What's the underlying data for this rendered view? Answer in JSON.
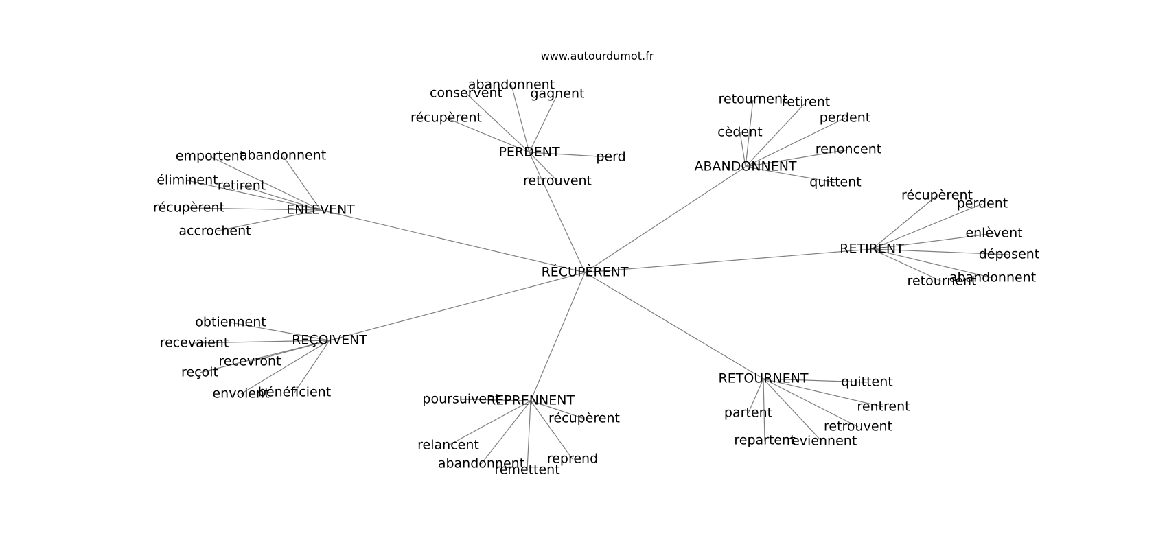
{
  "source": "www.autourdumot.fr",
  "graph": {
    "center": "RÉCUPÈRENT",
    "clusters": [
      {
        "hub": "ENLÈVENT",
        "leaves": [
          "emportent",
          "abandonnent",
          "éliminent",
          "retirent",
          "récupèrent",
          "accrochent"
        ]
      },
      {
        "hub": "PERDENT",
        "leaves": [
          "abandonnent",
          "conservent",
          "gagnent",
          "récupèrent",
          "perd",
          "retrouvent"
        ]
      },
      {
        "hub": "ABANDONNENT",
        "leaves": [
          "retournent",
          "retirent",
          "perdent",
          "cèdent",
          "renoncent",
          "quittent"
        ]
      },
      {
        "hub": "RETIRENT",
        "leaves": [
          "récupèrent",
          "perdent",
          "enlèvent",
          "déposent",
          "abandonnent",
          "retournent"
        ]
      },
      {
        "hub": "REÇOIVENT",
        "leaves": [
          "obtiennent",
          "recevaient",
          "recevront",
          "reçoit",
          "envoient",
          "bénéficient"
        ]
      },
      {
        "hub": "REPRENNENT",
        "leaves": [
          "poursuivent",
          "récupèrent",
          "relancent",
          "abandonnent",
          "remettent",
          "reprend"
        ]
      },
      {
        "hub": "RETOURNENT",
        "leaves": [
          "quittent",
          "partent",
          "rentrent",
          "retrouvent",
          "repartent",
          "reviennent"
        ]
      }
    ]
  }
}
